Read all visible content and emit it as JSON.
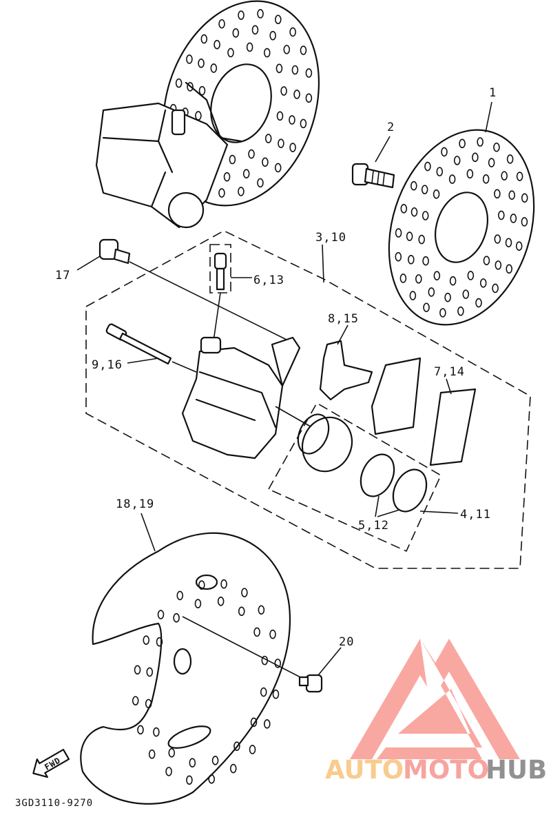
{
  "labels": {
    "p1": "1",
    "p2": "2",
    "p3_10": "3,10",
    "p17": "17",
    "p6_13": "6,13",
    "p8_15": "8,15",
    "p9_16": "9,16",
    "p7_14": "7,14",
    "p5_12": "5,12",
    "p4_11": "4,11",
    "p18_19": "18,19",
    "p20": "20"
  },
  "fwd_arrow": "FWD",
  "diagram_code": "3GD3110-9270",
  "watermark": {
    "part1": "AUTO",
    "part2": "MOTO",
    "part3": "HUB",
    "color1": "#f9c98a",
    "color2": "#f7a09a",
    "color3": "#8c8c8c"
  }
}
